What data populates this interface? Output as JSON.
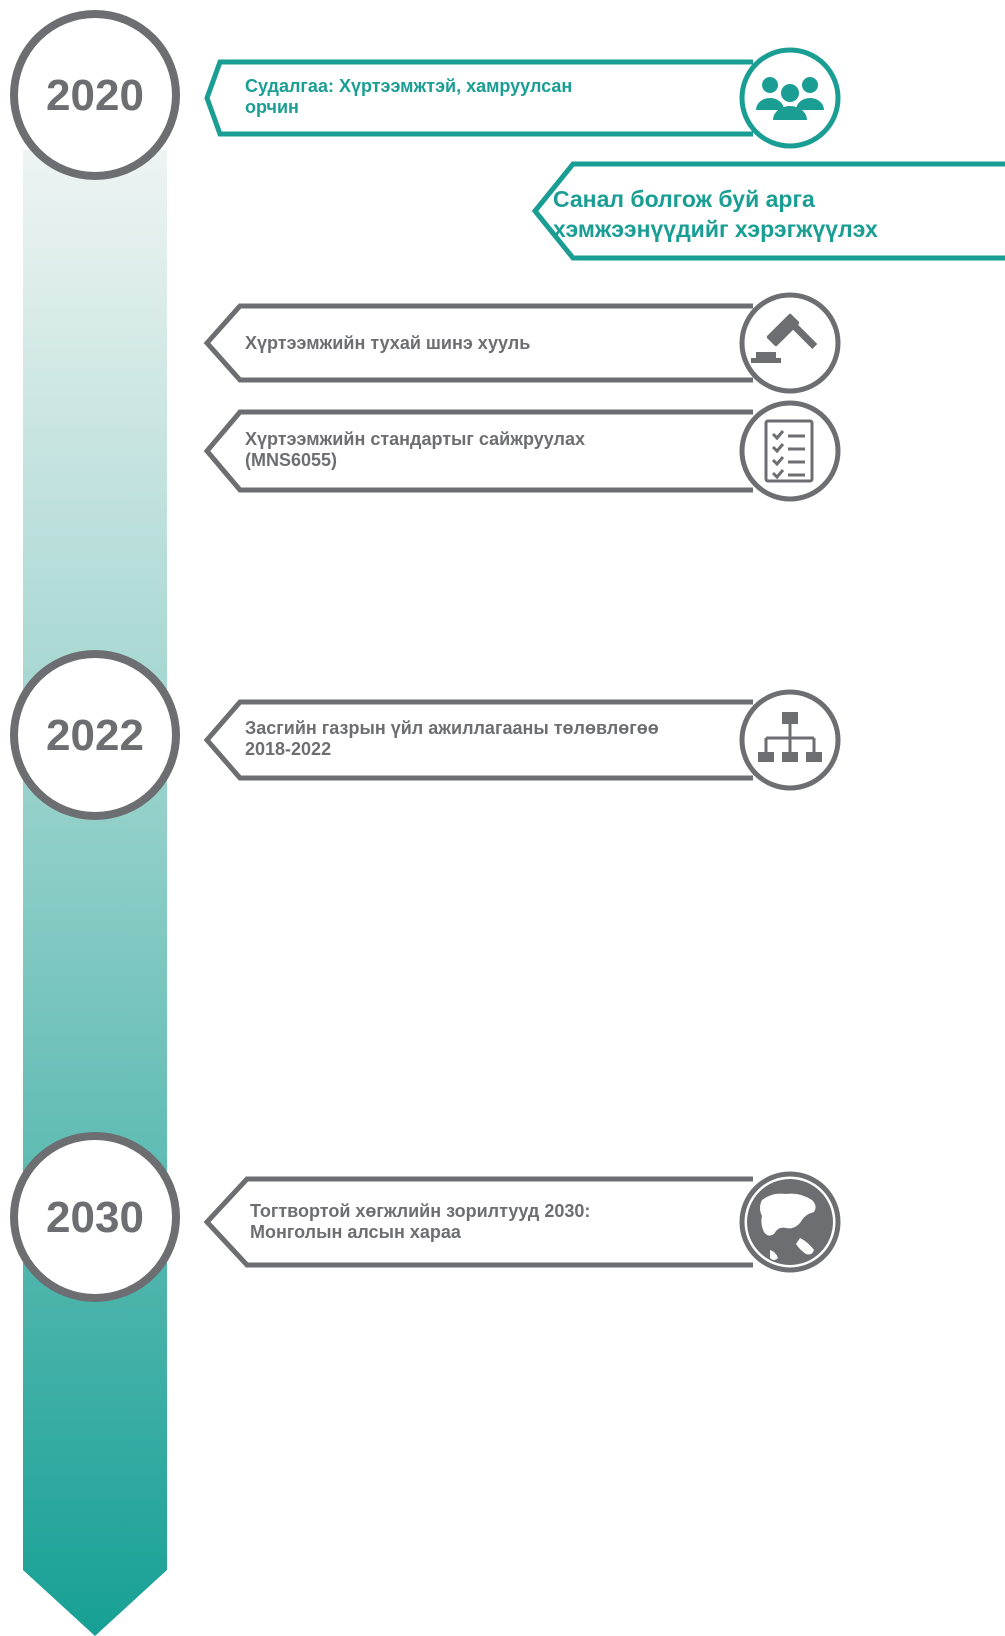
{
  "colors": {
    "teal": "#1a9e94",
    "gray": "#6d6e71",
    "bar_top": "#eef4f3",
    "bar_bottom": "#17a095"
  },
  "milestones": [
    {
      "year": "2020"
    },
    {
      "year": "2022"
    },
    {
      "year": "2030"
    }
  ],
  "items": [
    {
      "lines": [
        "Судалгаа: Хүртээмжтэй, хамруулсан",
        "орчин"
      ],
      "icon": "people-group-icon",
      "accent": "teal"
    },
    {
      "lines": [
        "Санал болгож буй арга",
        "хэмжээнүүдийг хэрэгжүүлэх"
      ],
      "accent": "teal"
    },
    {
      "lines": [
        "Хүртээмжийн тухай шинэ хууль"
      ],
      "icon": "gavel-icon",
      "accent": "gray"
    },
    {
      "lines": [
        "Хүртээмжийн стандартыг сайжруулах",
        "(MNS6055)"
      ],
      "icon": "checklist-icon",
      "accent": "gray"
    },
    {
      "lines": [
        "Засгийн газрын үйл ажиллагааны төлөвлөгөө",
        "2018-2022"
      ],
      "icon": "org-chart-icon",
      "accent": "gray"
    },
    {
      "lines": [
        "Тогтвортой хөгжлийн зорилтууд 2030:",
        "Монголын алсын хараа"
      ],
      "icon": "globe-icon",
      "accent": "gray"
    }
  ]
}
